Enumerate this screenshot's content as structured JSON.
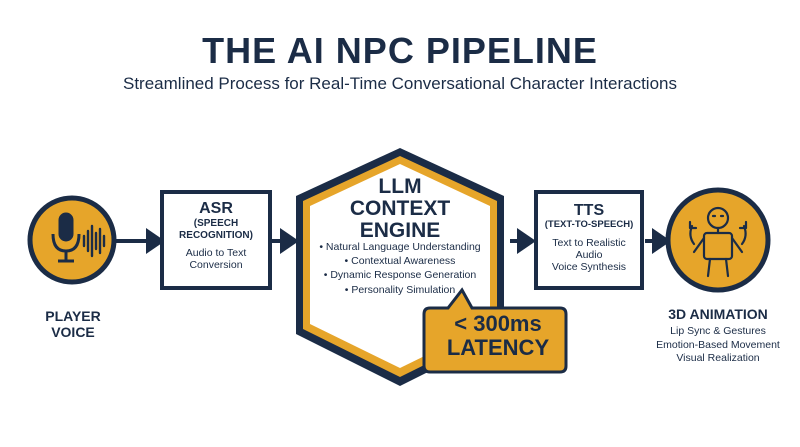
{
  "title": "THE AI NPC PIPELINE",
  "subtitle": "Streamlined Process for Real-Time Conversational Character Interactions",
  "player": {
    "label_line1": "PLAYER",
    "label_line2": "VOICE"
  },
  "asr": {
    "title": "ASR",
    "subtitle_line1": "(SPEECH",
    "subtitle_line2": "RECOGNITION)",
    "desc_line1": "Audio to Text",
    "desc_line2": "Conversion"
  },
  "llm": {
    "title_line1": "LLM",
    "title_line2": "CONTEXT",
    "title_line3": "ENGINE",
    "bullets": [
      "• Natural Language Understanding",
      "• Contextual Awareness",
      "• Dynamic Response Generation",
      "• Personality Simulation"
    ]
  },
  "latency": {
    "line1": "< 300ms",
    "line2": "LATENCY"
  },
  "tts": {
    "title": "TTS",
    "subtitle": "(TEXT-TO-SPEECH)",
    "desc_line1": "Text to Realistic",
    "desc_line2": "Audio",
    "desc_line3": "Voice Synthesis"
  },
  "animation": {
    "title": "3D ANIMATION",
    "desc_line1": "Lip Sync & Gestures",
    "desc_line2": "Emotion-Based Movement",
    "desc_line3": "Visual Realization"
  },
  "colors": {
    "navy": "#1b2c46",
    "gold": "#e6a52a",
    "white": "#ffffff"
  },
  "icons": [
    "microphone-icon",
    "soundwave-icon",
    "robot-figure-icon",
    "arrow-icon"
  ]
}
